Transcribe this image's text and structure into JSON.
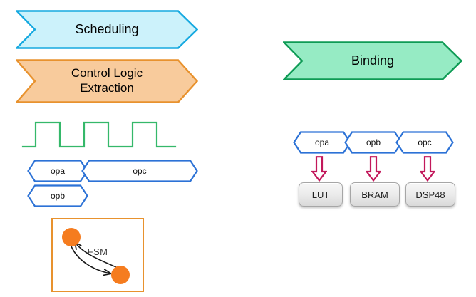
{
  "diagram": {
    "background": "#ffffff",
    "banners": [
      {
        "name": "scheduling",
        "label": "Scheduling",
        "fill": "#CCF2FB",
        "stroke": "#16A9E0"
      },
      {
        "name": "control-logic-extraction",
        "label": "Control Logic\nExtraction",
        "fill": "#F8CB9C",
        "stroke": "#E8922E"
      },
      {
        "name": "binding",
        "label": "Binding",
        "fill": "#96EBC4",
        "stroke": "#0E9B55"
      }
    ],
    "waveform": {
      "name": "clock-signal",
      "color": "#35B86A",
      "pulses": 3,
      "levels": [
        0,
        1,
        0,
        1,
        0,
        1,
        0
      ]
    },
    "schedule_ops": [
      {
        "label": "opa",
        "stroke": "#2C72D6"
      },
      {
        "label": "opc",
        "stroke": "#2C72D6"
      },
      {
        "label": "opb",
        "stroke": "#2C72D6"
      }
    ],
    "fsm": {
      "label": "FSM",
      "border_color": "#E8922E",
      "state_color": "#F57C1F",
      "arrow_color": "#1a1a1a",
      "states": 2,
      "transitions": 2
    },
    "binding_ops": [
      {
        "label": "opa",
        "stroke": "#2C72D6"
      },
      {
        "label": "opb",
        "stroke": "#2C72D6"
      },
      {
        "label": "opc",
        "stroke": "#2C72D6"
      }
    ],
    "binding_arrows": {
      "color": "#C2185B",
      "fill": "#ffffff",
      "count": 3
    },
    "resources": [
      {
        "label": "LUT"
      },
      {
        "label": "BRAM"
      },
      {
        "label": "DSP48"
      }
    ]
  }
}
